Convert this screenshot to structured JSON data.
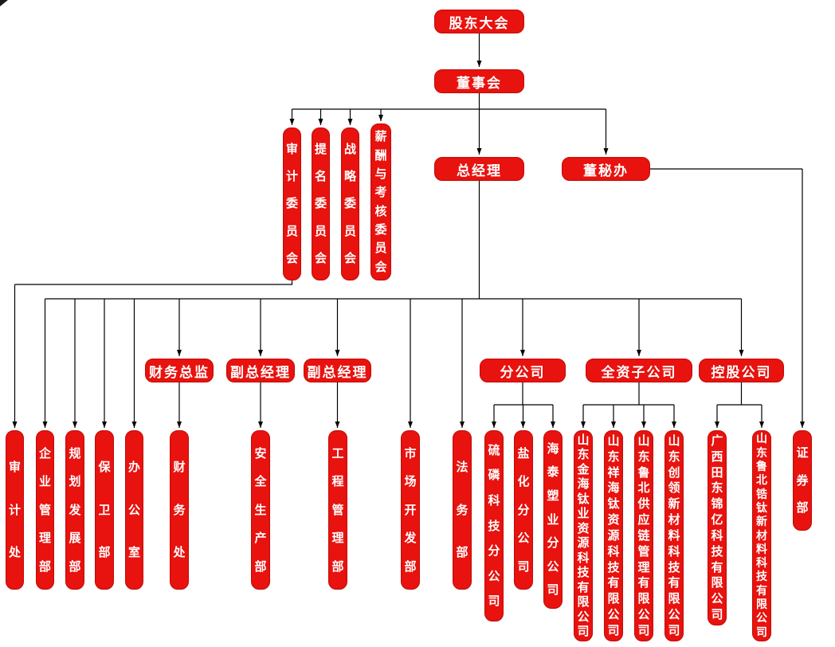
{
  "colors": {
    "background": "#ffffff",
    "node_fill": "#e8120e",
    "node_border": "#c00c08",
    "node_text": "#ffffff",
    "line": "#000000"
  },
  "nodes": [
    {
      "id": "shareholders",
      "label": "股东大会",
      "parent": null
    },
    {
      "id": "board",
      "label": "董事会",
      "parent": "shareholders"
    },
    {
      "id": "audit-committee",
      "label": "审计委员会",
      "parent": "board"
    },
    {
      "id": "nomination-committee",
      "label": "提名委员会",
      "parent": "board"
    },
    {
      "id": "strategy-committee",
      "label": "战略委员会",
      "parent": "board"
    },
    {
      "id": "remuneration-committee",
      "label": "薪酬与考核委员会",
      "parent": "board"
    },
    {
      "id": "gm",
      "label": "总经理",
      "parent": "board"
    },
    {
      "id": "secretary-office",
      "label": "董秘办",
      "parent": "board"
    },
    {
      "id": "audit-office",
      "label": "审计处",
      "parent": "audit-committee"
    },
    {
      "id": "enterprise-mgmt",
      "label": "企业管理部",
      "parent": "gm"
    },
    {
      "id": "planning-dev",
      "label": "规划发展部",
      "parent": "gm"
    },
    {
      "id": "security-dept",
      "label": "保卫部",
      "parent": "gm"
    },
    {
      "id": "office",
      "label": "办公室",
      "parent": "gm"
    },
    {
      "id": "cfo",
      "label": "财务总监",
      "parent": "gm"
    },
    {
      "id": "finance-office",
      "label": "财务处",
      "parent": "cfo"
    },
    {
      "id": "deputy-gm-1",
      "label": "副总经理",
      "parent": "gm"
    },
    {
      "id": "safety-production",
      "label": "安全生产部",
      "parent": "deputy-gm-1"
    },
    {
      "id": "deputy-gm-2",
      "label": "副总经理",
      "parent": "gm"
    },
    {
      "id": "engineering-mgmt",
      "label": "工程管理部",
      "parent": "deputy-gm-2"
    },
    {
      "id": "market-dev",
      "label": "市场开发部",
      "parent": "gm"
    },
    {
      "id": "legal",
      "label": "法务部",
      "parent": "gm"
    },
    {
      "id": "branch-companies",
      "label": "分公司",
      "parent": "gm"
    },
    {
      "id": "sulfur-phosphorus",
      "label": "硫磷科技分公司",
      "parent": "branch-companies"
    },
    {
      "id": "salt-chemical",
      "label": "盐化分公司",
      "parent": "branch-companies"
    },
    {
      "id": "haitai-plastics",
      "label": "海泰塑业分公司",
      "parent": "branch-companies"
    },
    {
      "id": "wholly-owned",
      "label": "全资子公司",
      "parent": "gm"
    },
    {
      "id": "jinhai-titanium",
      "label": "山东金海钛业资源科技有限公司",
      "parent": "wholly-owned"
    },
    {
      "id": "xianghai-titanium",
      "label": "山东祥海钛资源科技有限公司",
      "parent": "wholly-owned"
    },
    {
      "id": "lubei-supply-chain",
      "label": "山东鲁北供应链管理有限公司",
      "parent": "wholly-owned"
    },
    {
      "id": "chuangling-materials",
      "label": "山东创领新材料科技有限公司",
      "parent": "wholly-owned"
    },
    {
      "id": "holding-companies",
      "label": "控股公司",
      "parent": "gm"
    },
    {
      "id": "guangxi-jinyi",
      "label": "广西田东锦亿科技有限公司",
      "parent": "holding-companies"
    },
    {
      "id": "lubei-zirconium",
      "label": "山东鲁北锆钛新材料科技有限公司",
      "parent": "holding-companies"
    },
    {
      "id": "securities",
      "label": "证券部",
      "parent": "secretary-office"
    }
  ]
}
